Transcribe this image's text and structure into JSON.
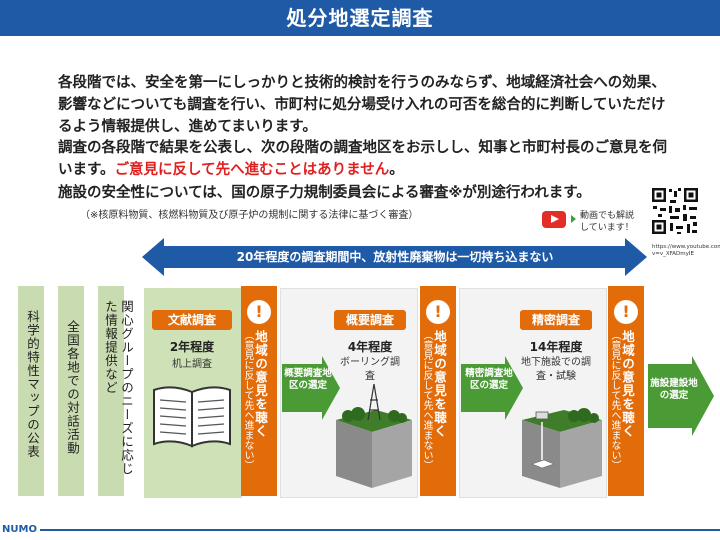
{
  "header": {
    "title": "処分地選定調査"
  },
  "body": {
    "para1": "各段階では、安全を第一にしっかりと技術的検討を行うのみならず、地域経済社会への効果、影響などについても調査を行い、市町村に処分場受け入れの可否を総合的に判断していただけるよう情報提供し、進めてまいります。",
    "para2_a": "調査の各段階で結果を公表し、次の段階の調査地区をお示しし、知事と市町村長のご意見を伺います。",
    "para2_b": "ご意見に反して先へ進むことはありません",
    "para2_c": "。",
    "para3": "施設の安全性については、国の原子力規制委員会による審査※が別途行われます。",
    "note": "（※核原料物質、核燃料物質及び原子炉の規制に関する法律に基づく審査）"
  },
  "video": {
    "text": "動画でも解説しています！",
    "url": "https://www.youtube.com/watch?v=v_XFADmyIE"
  },
  "timeline": {
    "label": "20年程度の調査期間中、放射性廃棄物は一切持ち込まない"
  },
  "pre_steps": [
    {
      "text": "科学的特性マップの公表"
    },
    {
      "text": "全国各地での対話活動"
    },
    {
      "text": "関心グループのニーズに応じた情報提供など"
    }
  ],
  "stages": [
    {
      "title": "文献調査",
      "duration": "2年程度",
      "method": "机上調査"
    },
    {
      "title": "概要調査",
      "duration": "4年程度",
      "method": "ボーリング調査"
    },
    {
      "title": "精密調査",
      "duration": "14年程度",
      "method": "地下施設での調査・試験"
    }
  ],
  "opinion": {
    "mark": "!",
    "main": "地域の意見を聴く",
    "sub": "（意見に反して先へ進まない）"
  },
  "arrows": [
    {
      "label": "概要調査地区の選定"
    },
    {
      "label": "精密調査地区の選定"
    },
    {
      "label": "施設建設地の選定"
    }
  ],
  "footer": {
    "logo": "NUMO"
  },
  "colors": {
    "header": "#1f5aa6",
    "accent_orange": "#e36c0a",
    "arrow_green": "#4a9a35",
    "red_text": "#e02020"
  }
}
